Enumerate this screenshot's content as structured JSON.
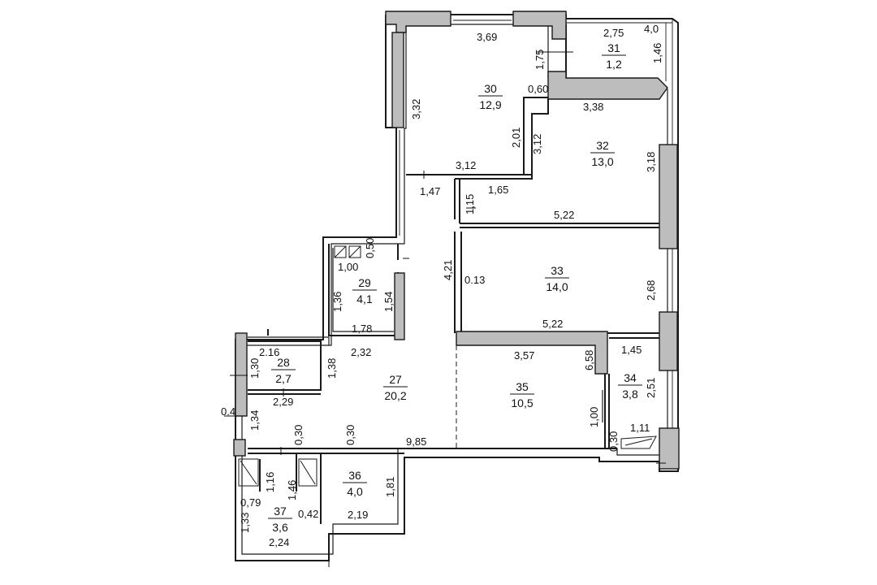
{
  "rooms": [
    {
      "id": "r30",
      "number": "30",
      "area": "12,9"
    },
    {
      "id": "r31",
      "number": "31",
      "area": "1,2"
    },
    {
      "id": "r32",
      "number": "32",
      "area": "13,0"
    },
    {
      "id": "r33",
      "number": "33",
      "area": "14,0"
    },
    {
      "id": "r35",
      "number": "35",
      "area": "10,5"
    },
    {
      "id": "r34",
      "number": "34",
      "area": "3,8"
    },
    {
      "id": "r29",
      "number": "29",
      "area": "4,1"
    },
    {
      "id": "r28",
      "number": "28",
      "area": "2,7"
    },
    {
      "id": "r27",
      "number": "27",
      "area": "20,2"
    },
    {
      "id": "r36",
      "number": "36",
      "area": "4,0"
    },
    {
      "id": "r37",
      "number": "37",
      "area": "3,6"
    }
  ],
  "dims": [
    "3,69",
    "2,75",
    "4,0",
    "1,46",
    "1,75",
    "0,60",
    "3,38",
    "3,32",
    "2,01",
    "3,12",
    "3,12",
    "3,18",
    "1,47",
    "1,65",
    "1,15",
    "5,22",
    "0,50",
    "1,00",
    "4,21",
    "0.13",
    "1,36",
    "1,54",
    "2,68",
    "1,78",
    "5,22",
    "2.16",
    "2,32",
    "3,57",
    "6,58",
    "1,45",
    "1,30",
    "1,38",
    "2,29",
    "2,51",
    "0.4",
    "1,34",
    "0,30",
    "0,30",
    "1,00",
    "1,11",
    "9,85",
    "0,30",
    "1,16",
    "1,46",
    "1,81",
    "0,79",
    "0,42",
    "1,33",
    "2,19",
    "2,24"
  ]
}
